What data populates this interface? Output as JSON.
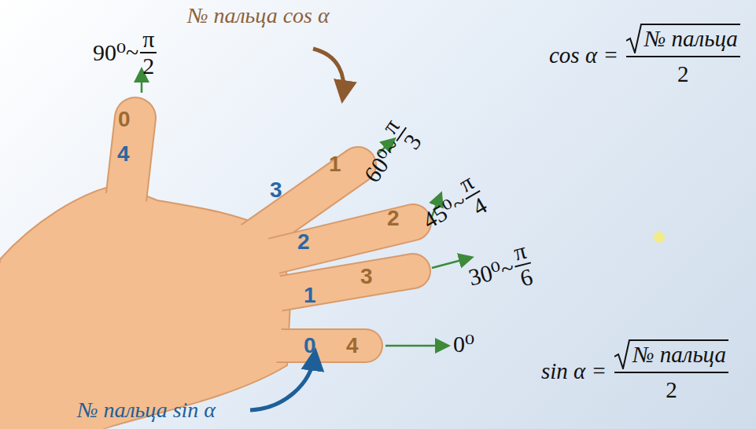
{
  "diagram": {
    "labels": [
      "№ пальца cos α",
      "90⁰~",
      "π",
      "2",
      "0",
      "4",
      "3",
      "1",
      "2",
      "2",
      "1",
      "3",
      "0",
      "4",
      "60⁰~",
      "π",
      "3",
      "45⁰~",
      "π",
      "4",
      "30⁰~",
      "π",
      "6",
      "0⁰",
      "cos α =",
      "№ пальца",
      "2",
      "sin α =",
      "№ пальца",
      "2",
      "№ пальца sin α"
    ]
  }
}
